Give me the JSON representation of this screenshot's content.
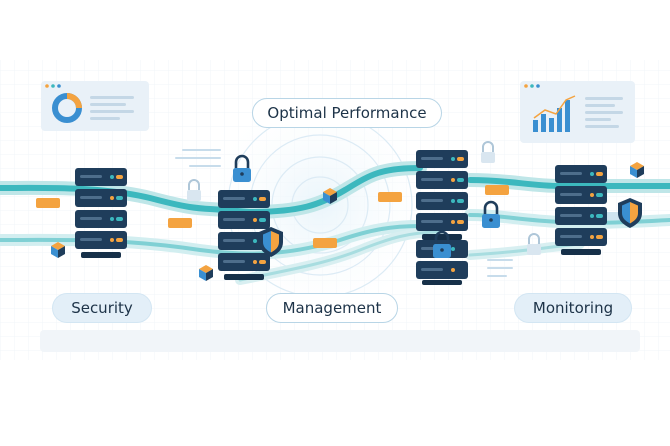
{
  "labels": {
    "top": "Optimal Performance",
    "left": "Security",
    "center": "Management",
    "right": "Monitoring"
  },
  "icons": {
    "servers": [
      "server-rack-icon",
      "server-rack-icon",
      "server-rack-icon",
      "server-rack-icon"
    ],
    "locks": [
      "padlock-icon",
      "padlock-icon",
      "padlock-icon",
      "padlock-icon",
      "padlock-icon",
      "padlock-icon"
    ],
    "shields": [
      "shield-icon",
      "shield-icon"
    ],
    "cubes": [
      "cube-icon",
      "cube-icon",
      "cube-icon",
      "cube-icon"
    ],
    "panels": [
      "pie-chart-dashboard-icon",
      "bar-chart-dashboard-icon"
    ]
  },
  "colors": {
    "rack": "#1f3d5b",
    "teal": "#3cb8be",
    "teal_light": "#a8dde0",
    "orange": "#f4a340",
    "blue": "#3a8fd1",
    "pill_fill": "#e3eff8",
    "panel": "#e9f1f8"
  }
}
